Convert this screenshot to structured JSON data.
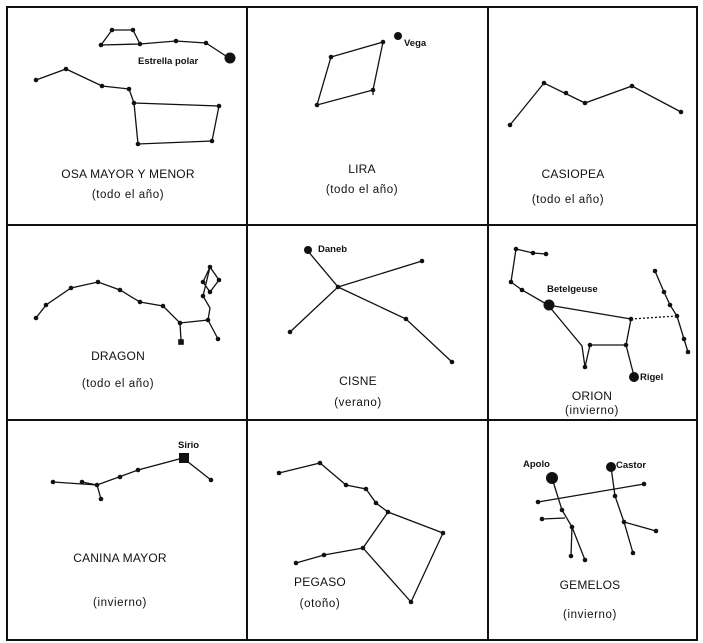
{
  "constellations": [
    {
      "id": "osa",
      "name": "OSA MAYOR Y MENOR",
      "season": "(todo el año)",
      "stars": [
        {
          "name": "Estrella polar"
        }
      ]
    },
    {
      "id": "lira",
      "name": "LIRA",
      "season": "(todo el año)",
      "stars": [
        {
          "name": "Vega"
        }
      ]
    },
    {
      "id": "casiopea",
      "name": "CASIOPEA",
      "season": "(todo el año)",
      "stars": []
    },
    {
      "id": "dragon",
      "name": "DRAGON",
      "season": "(todo el año)",
      "stars": []
    },
    {
      "id": "cisne",
      "name": "CISNE",
      "season": "(verano)",
      "stars": [
        {
          "name": "Daneb"
        }
      ]
    },
    {
      "id": "orion",
      "name": "ORION",
      "season": "(invierno)",
      "stars": [
        {
          "name": "Betelgeuse"
        },
        {
          "name": "Rigel"
        }
      ]
    },
    {
      "id": "canina",
      "name": "CANINA MAYOR",
      "season": "(invierno)",
      "stars": [
        {
          "name": "Sirio"
        }
      ]
    },
    {
      "id": "pegaso",
      "name": "PEGASO",
      "season": "(otoño)",
      "stars": []
    },
    {
      "id": "gemelos",
      "name": "GEMELOS",
      "season": "(invierno)",
      "stars": [
        {
          "name": "Apolo"
        },
        {
          "name": "Castor"
        }
      ]
    }
  ]
}
